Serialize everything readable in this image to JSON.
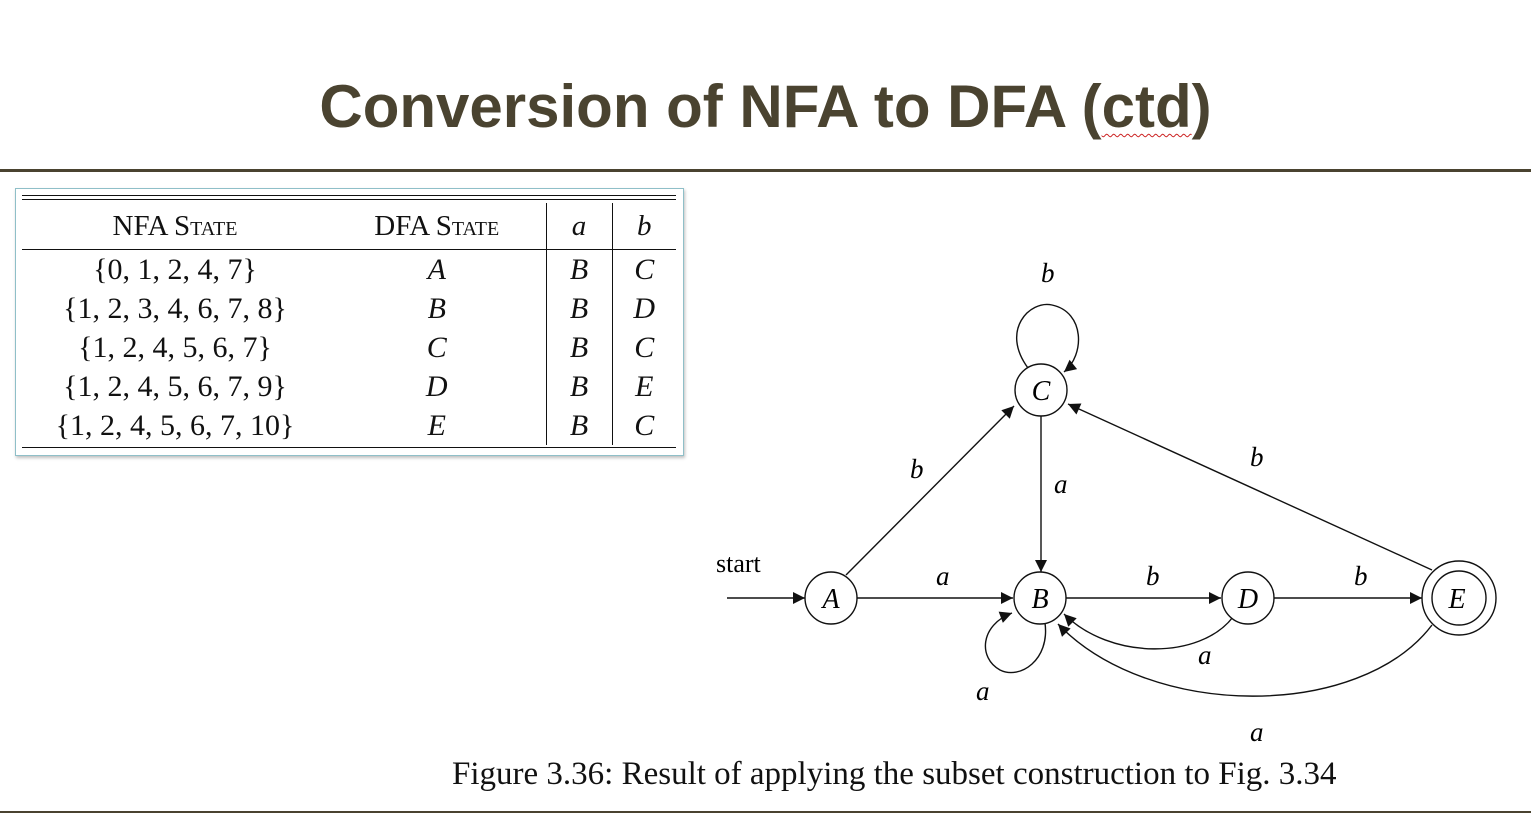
{
  "slide": {
    "title_main": "Conversion of NFA to DFA (",
    "title_squiggle": "ctd",
    "title_end": ")"
  },
  "table": {
    "headers": {
      "nfa_state": "NFA State",
      "dfa_state": "DFA State",
      "a": "a",
      "b": "b"
    },
    "rows": [
      {
        "nfa": "{0, 1, 2, 4, 7}",
        "dfa": "A",
        "a": "B",
        "b": "C"
      },
      {
        "nfa": "{1, 2, 3, 4, 6, 7, 8}",
        "dfa": "B",
        "a": "B",
        "b": "D"
      },
      {
        "nfa": "{1, 2, 4, 5, 6, 7}",
        "dfa": "C",
        "a": "B",
        "b": "C"
      },
      {
        "nfa": "{1, 2, 4, 5, 6, 7, 9}",
        "dfa": "D",
        "a": "B",
        "b": "E"
      },
      {
        "nfa": "{1, 2, 4, 5, 6, 7, 10}",
        "dfa": "E",
        "a": "B",
        "b": "C"
      }
    ]
  },
  "diagram": {
    "start_label": "start",
    "states": {
      "A": "A",
      "B": "B",
      "C": "C",
      "D": "D",
      "E": "E"
    },
    "accepting": [
      "E"
    ],
    "edges": {
      "A_C": "b",
      "A_B": "a",
      "C_loop": "b",
      "C_B": "a",
      "B_loop": "a",
      "B_D": "b",
      "D_B": "a",
      "D_E": "b",
      "E_C": "b",
      "E_B": "a"
    }
  },
  "caption": "Figure 3.36: Result of applying the subset construction to Fig. 3.34"
}
